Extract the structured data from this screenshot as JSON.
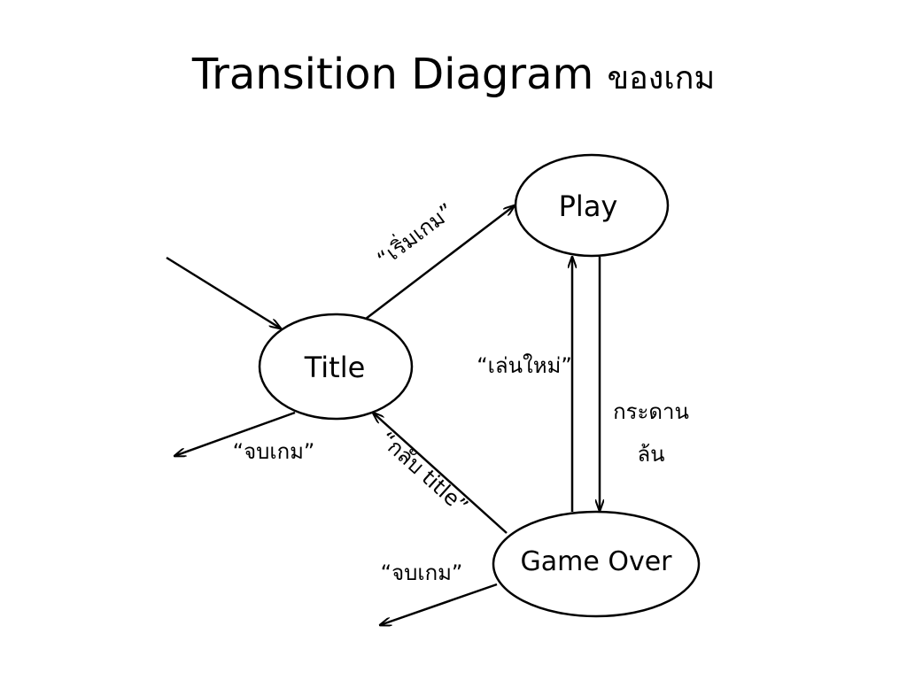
{
  "title": {
    "main": "Transition Diagram",
    "thai": "ของเกม"
  },
  "states": {
    "play": "Play",
    "title": "Title",
    "game_over": "Game Over"
  },
  "transitions": {
    "start_game": "“เริ่มเกม”",
    "replay": "“เล่นใหม่”",
    "paddle_fall_line1": "กระดาน",
    "paddle_fall_line2": "ล้น",
    "back_to_title": "“กลับ title”",
    "end_game_from_title": "“จบเกม”",
    "end_game_from_game_over": "“จบเกม”"
  },
  "colors": {
    "stroke": "#000000",
    "background": "#ffffff"
  }
}
